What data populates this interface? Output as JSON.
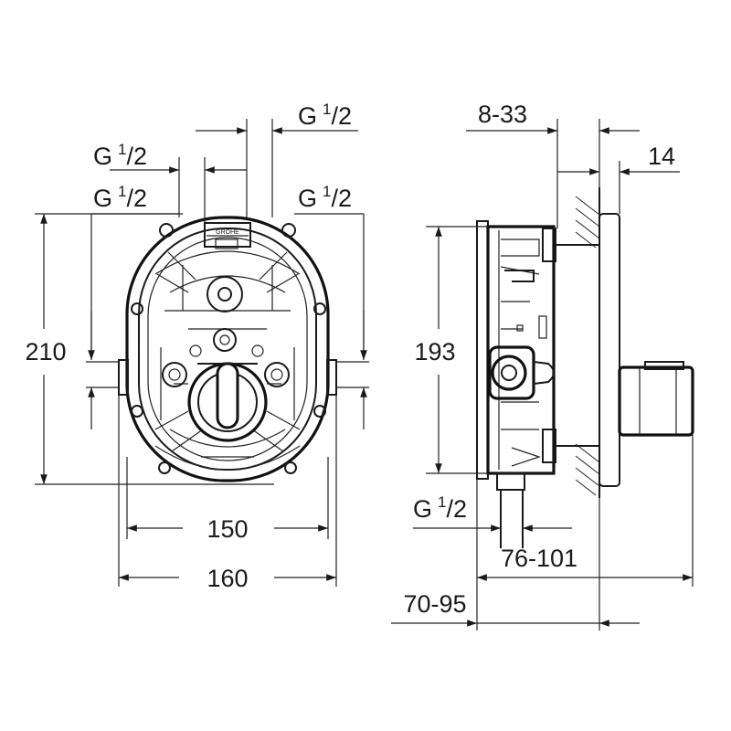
{
  "front_view": {
    "g_top_right": {
      "g": "G",
      "num": "1",
      "den": "2"
    },
    "g_upper_left": {
      "g": "G",
      "num": "1",
      "den": "2"
    },
    "g_lower_left": {
      "g": "G",
      "num": "1",
      "den": "2"
    },
    "g_right": {
      "g": "G",
      "num": "1",
      "den": "2"
    },
    "height_label": "210",
    "width_inner_label": "150",
    "width_outer_label": "160",
    "stamp_text": "GROHE"
  },
  "side_view": {
    "wall_range_label": "8-33",
    "plate_label": "14",
    "height_label": "193",
    "g_bottom": {
      "g": "G",
      "num": "1",
      "den": "2"
    },
    "depth_range_label": "76-101",
    "total_range_label": "70-95"
  }
}
